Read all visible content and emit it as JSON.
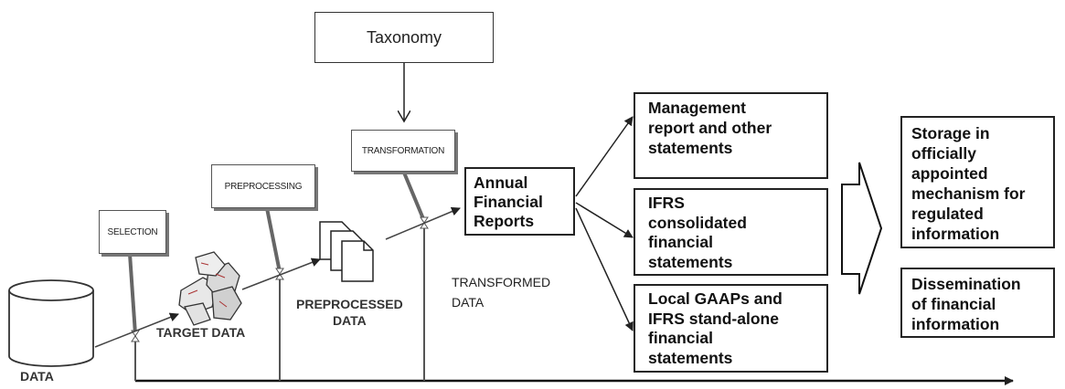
{
  "taxonomy": "Taxonomy",
  "steps": {
    "selection": "SELECTION",
    "preprocessing": "PREPROCESSING",
    "transformation": "TRANSFORMATION"
  },
  "data_labels": {
    "data": "DATA",
    "target_data": "TARGET DATA",
    "preprocessed_data_line1": "PREPROCESSED",
    "preprocessed_data_line2": "DATA",
    "transformed_data_line1": "TRANSFORMED",
    "transformed_data_line2": "DATA"
  },
  "annual_reports": {
    "line1": "Annual",
    "line2": "Financial",
    "line3": "Reports"
  },
  "outputs": {
    "management": [
      "Management",
      "report and other",
      "statements"
    ],
    "ifrs_consolidated": [
      "IFRS",
      "consolidated",
      "financial",
      "statements"
    ],
    "local_gaap": [
      "Local GAAPs and",
      "IFRS stand-alone",
      "financial",
      "statements"
    ]
  },
  "storage": [
    "Storage in",
    "officially",
    "appointed",
    "mechanism for",
    "regulated",
    "information"
  ],
  "dissemination": [
    "Dissemination",
    "of financial",
    "information"
  ]
}
